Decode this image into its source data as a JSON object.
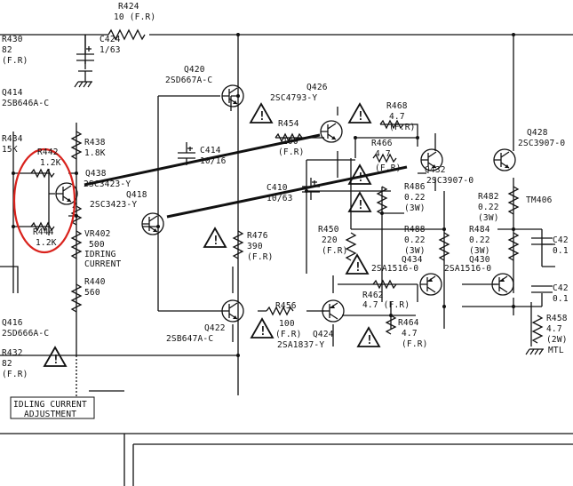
{
  "labels": {
    "r424_ref": "R424",
    "r424_val": "10 (F.R)",
    "r430_ref": "R430",
    "r430_val": "82",
    "r430_fr": "(F.R)",
    "c424_ref": "C424",
    "c424_val": "1/63",
    "q414_ref": "Q414",
    "q414_type": "2SB646A-C",
    "q420_ref": "Q420",
    "q420_type": "2SD667A-C",
    "q426_ref": "Q426",
    "q426_type": "2SC4793-Y",
    "r468_ref": "R468",
    "r468_val": "4.7",
    "r468_fr": "(F.R)",
    "q428_ref": "Q428",
    "q428_type": "2SC3907-0",
    "r434_ref": "R434",
    "r434_val": "15K",
    "r442_ref": "R442",
    "r442_val": "1.2K",
    "r438_ref": "R438",
    "r438_val": "1.8K",
    "r454_ref": "R454",
    "r454_val": "100",
    "r454_fr": "(F.R)",
    "c414_ref": "C414",
    "c414_val": "10/16",
    "r466_ref": "R466",
    "r466_val": "4.7",
    "r466_fr": "(F.R)",
    "q438_ref": "Q438",
    "q438_type": "2SC3423-Y",
    "q432_ref": "Q432",
    "q432_type": "2SC3907-0",
    "q418_ref": "Q418",
    "q418_type": "2SC3423-Y",
    "c410_ref": "C410",
    "c410_val": "10/63",
    "r486_ref": "R486",
    "r486_val": "0.22",
    "r486_w": "(3W)",
    "r482_ref": "R482",
    "r482_val": "0.22",
    "r482_w": "(3W)",
    "tm406": "TM406",
    "r444_ref": "R444",
    "r444_val": "1.2K",
    "vr402_ref": "VR402",
    "vr402_val": "500",
    "vr402_fn1": "IDRING",
    "vr402_fn2": "CURRENT",
    "r476_ref": "R476",
    "r476_val": "390",
    "r476_fr": "(F.R)",
    "r450_ref": "R450",
    "r450_val": "220",
    "r450_fr": "(F.R)",
    "r488_ref": "R488",
    "r488_val": "0.22",
    "r488_w": "(3W)",
    "r484_ref": "R484",
    "r484_val": "0.22",
    "r484_w": "(3W)",
    "c42a": "C42",
    "c42a_val": "0.1",
    "q434_ref": "Q434",
    "q434_type": "2SA1516-0",
    "q430_ref": "Q430",
    "q430_type": "2SA1516-0",
    "r440_ref": "R440",
    "r440_val": "560",
    "r462_ref": "R462",
    "r462_val": "4.7 (F.R)",
    "c42b": "C42",
    "c42b_val": "0.1",
    "r456_ref": "R456",
    "r456_val": "100",
    "r456_fr": "(F.R)",
    "r464_ref": "R464",
    "r464_val": "4.7",
    "r464_fr": "(F.R)",
    "q416_ref": "Q416",
    "q416_type": "2SD666A-C",
    "q422_ref": "Q422",
    "q422_type": "2SB647A-C",
    "q424_ref": "Q424",
    "q424_type": "2SA1837-Y",
    "r458_ref": "R458",
    "r458_val": "4.7",
    "r458_w": "(2W)",
    "r458_note": "MTL",
    "r432_ref": "R432",
    "r432_val": "82",
    "r432_fr": "(F.R)",
    "adj1": "IDLING CURRENT",
    "adj2": "ADJUSTMENT"
  },
  "warning_symbol": "!",
  "icons": {
    "transistor": "npn-transistor-icon",
    "resistor": "resistor-icon",
    "capacitor": "capacitor-icon",
    "warning": "warning-triangle-icon",
    "ground": "ground-icon"
  },
  "colors": {
    "ink": "#111111",
    "highlight": "#d9221c"
  }
}
